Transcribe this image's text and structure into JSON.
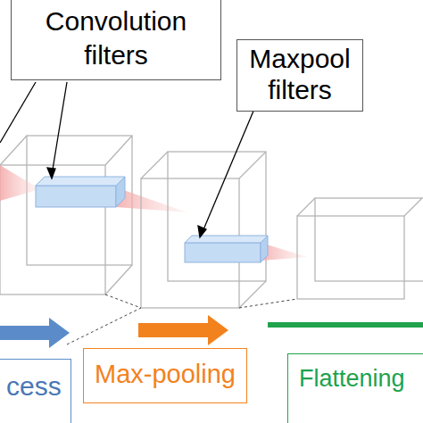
{
  "diagram": {
    "nodes": [
      {
        "text": [
          "Convolution filters"
        ]
      },
      {
        "text": [
          "Maxpool filters"
        ]
      },
      {
        "text": [
          "cess"
        ]
      },
      {
        "text": [
          "Max-pooling"
        ]
      },
      {
        "text": [
          "Flattening"
        ]
      }
    ]
  }
}
